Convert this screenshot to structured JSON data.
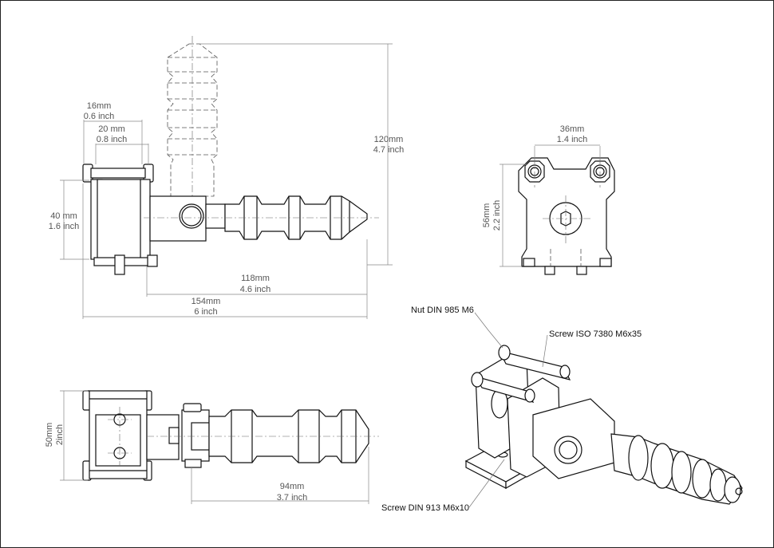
{
  "dimensions": {
    "d16": {
      "mm": "16mm",
      "inch": "0.6 inch"
    },
    "d20": {
      "mm": "20 mm",
      "inch": "0.8 inch"
    },
    "d40": {
      "mm": "40 mm",
      "inch": "1.6 inch"
    },
    "d120": {
      "mm": "120mm",
      "inch": "4.7 inch"
    },
    "d118": {
      "mm": "118mm",
      "inch": "4.6 inch"
    },
    "d154": {
      "mm": "154mm",
      "inch": "6 inch"
    },
    "d36": {
      "mm": "36mm",
      "inch": "1.4 inch"
    },
    "d56": {
      "mm": "56mm",
      "inch": "2.2 inch"
    },
    "d50": {
      "mm": "50mm",
      "inch": "2inch"
    },
    "d94": {
      "mm": "94mm",
      "inch": "3.7 inch"
    }
  },
  "callouts": {
    "nut": "Nut DIN 985 M6",
    "screw_iso": "Screw ISO 7380 M6x35",
    "screw_din": "Screw DIN 913 M6x10"
  }
}
